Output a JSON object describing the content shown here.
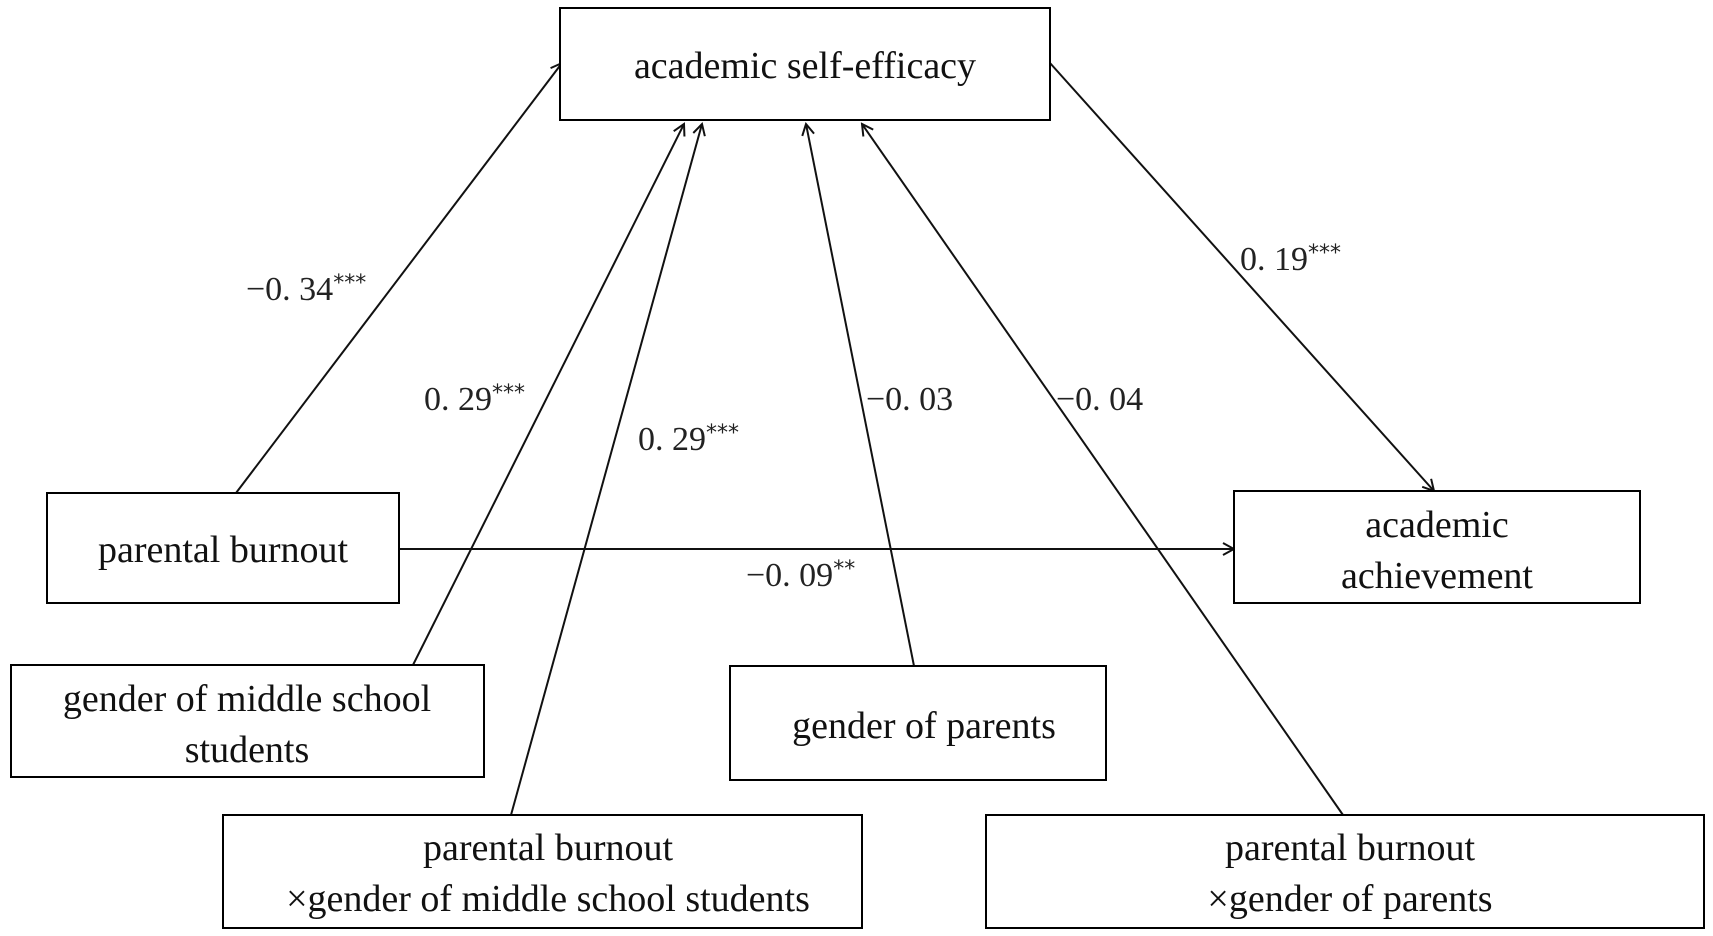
{
  "nodes": {
    "self_efficacy": {
      "lines": [
        "academic self-efficacy"
      ]
    },
    "parental_burnout": {
      "lines": [
        "parental burnout"
      ]
    },
    "achievement": {
      "lines": [
        "academic",
        "achievement"
      ]
    },
    "student_gender": {
      "lines": [
        "gender of middle school",
        "students"
      ]
    },
    "parent_gender": {
      "lines": [
        "gender of parents"
      ]
    },
    "burnout_x_student_gender": {
      "lines": [
        "parental burnout",
        "×gender of middle school students"
      ]
    },
    "burnout_x_parent_gender": {
      "lines": [
        "parental burnout",
        "×gender of parents"
      ]
    }
  },
  "edges": {
    "burnout_to_efficacy": {
      "value": "−0. 34",
      "stars": "***"
    },
    "student_gender_to_efficacy": {
      "value": "0. 29",
      "stars": "***"
    },
    "interaction_student_to_efficacy": {
      "value": "0. 29",
      "stars": "***"
    },
    "parent_gender_to_efficacy": {
      "value": "−0. 03",
      "stars": ""
    },
    "interaction_parent_to_efficacy": {
      "value": "−0. 04",
      "stars": ""
    },
    "efficacy_to_achievement": {
      "value": "0. 19",
      "stars": "***"
    },
    "burnout_to_achievement": {
      "value": "−0. 09",
      "stars": "**"
    }
  }
}
